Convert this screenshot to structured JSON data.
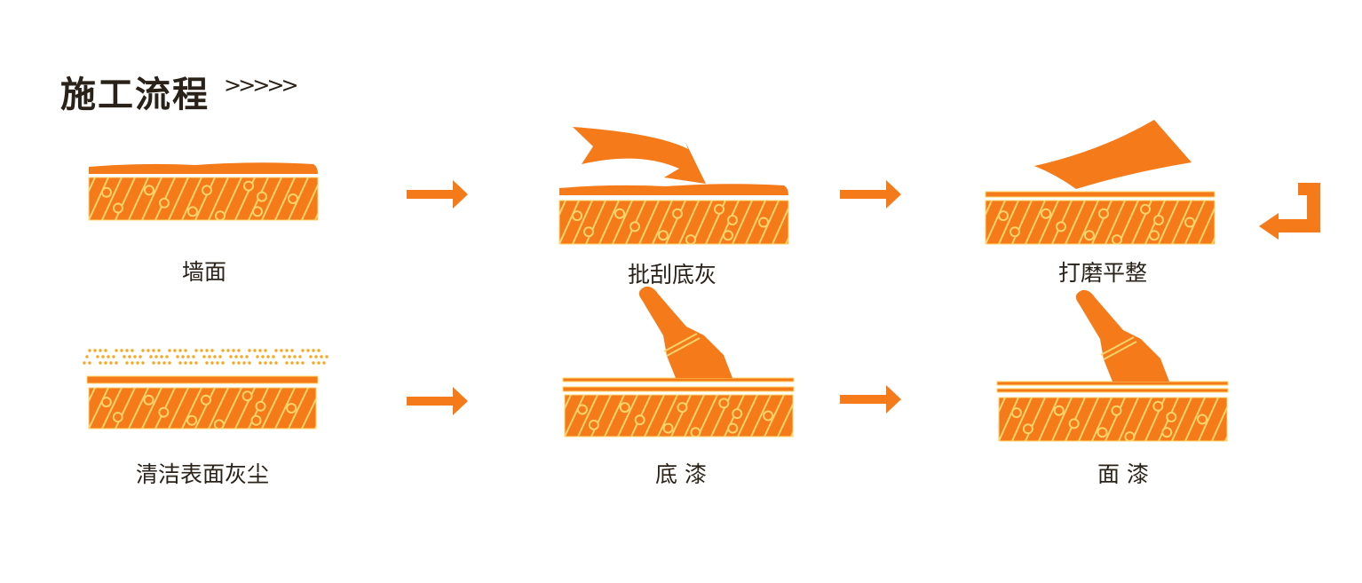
{
  "title": "施工流程",
  "title_decoration": ">>>>>",
  "colors": {
    "orange": "#f57a1a",
    "stripe": "#ffd46a",
    "text": "#2a2219"
  },
  "steps": [
    {
      "label": "墙面"
    },
    {
      "label": "批刮底灰"
    },
    {
      "label": "打磨平整"
    },
    {
      "label": "清洁表面灰尘"
    },
    {
      "label": "底 漆"
    },
    {
      "label": "面 漆"
    }
  ]
}
